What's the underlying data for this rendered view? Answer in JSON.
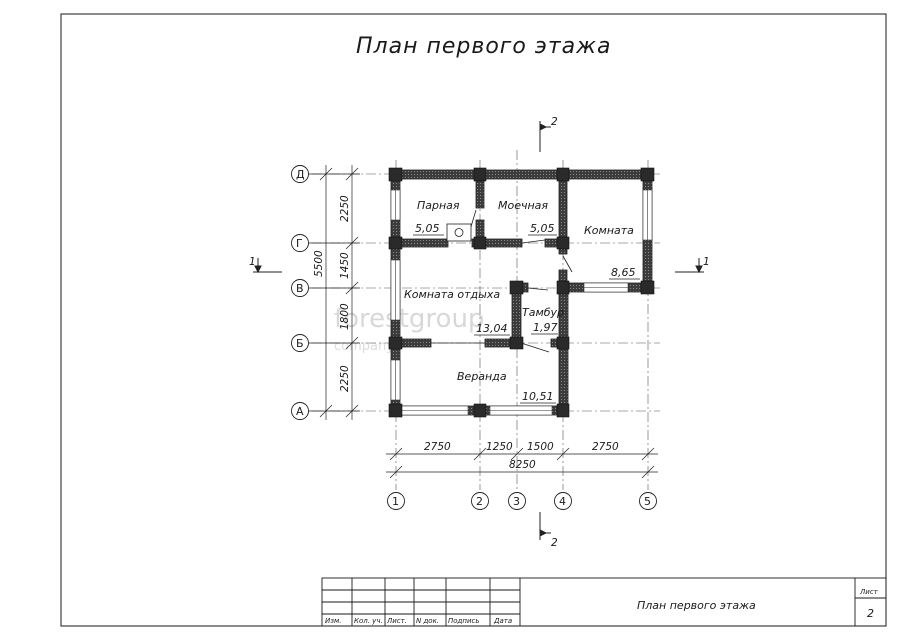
{
  "sheet_title": "План первого этажа",
  "rooms": {
    "parnaya": "Парная",
    "moechnaya": "Моечная",
    "komnata": "Комната",
    "komnata_otdykha": "Комната отдыха",
    "tambur": "Тамбур",
    "veranda": "Веранда"
  },
  "areas": {
    "parnaya": "5,05",
    "moechnaya": "5,05",
    "komnata": "8,65",
    "komnata_otdykha": "13,04",
    "tambur": "1,97",
    "veranda": "10,51"
  },
  "axes_rows": [
    "Д",
    "Г",
    "В",
    "Б",
    "А"
  ],
  "axes_cols": [
    "1",
    "2",
    "3",
    "4",
    "5"
  ],
  "dims_left": [
    "2250",
    "1450",
    "1800",
    "2250"
  ],
  "dim_left_total": "5500",
  "dims_bottom": [
    "2750",
    "1250",
    "1500",
    "2750"
  ],
  "dim_bottom_total": "8250",
  "section_marks": {
    "top": "2",
    "bottom": "2",
    "left": "1",
    "right": "1"
  },
  "watermark": {
    "main": "forestgroup",
    "sub": "company"
  },
  "stamp": {
    "headers": [
      "Изм.",
      "Кол. уч.",
      "Лист.",
      "N док.",
      "Подпись",
      "Дата"
    ],
    "title": "План первого этажа",
    "sheet_label": "Лист",
    "sheet_number": "2"
  }
}
